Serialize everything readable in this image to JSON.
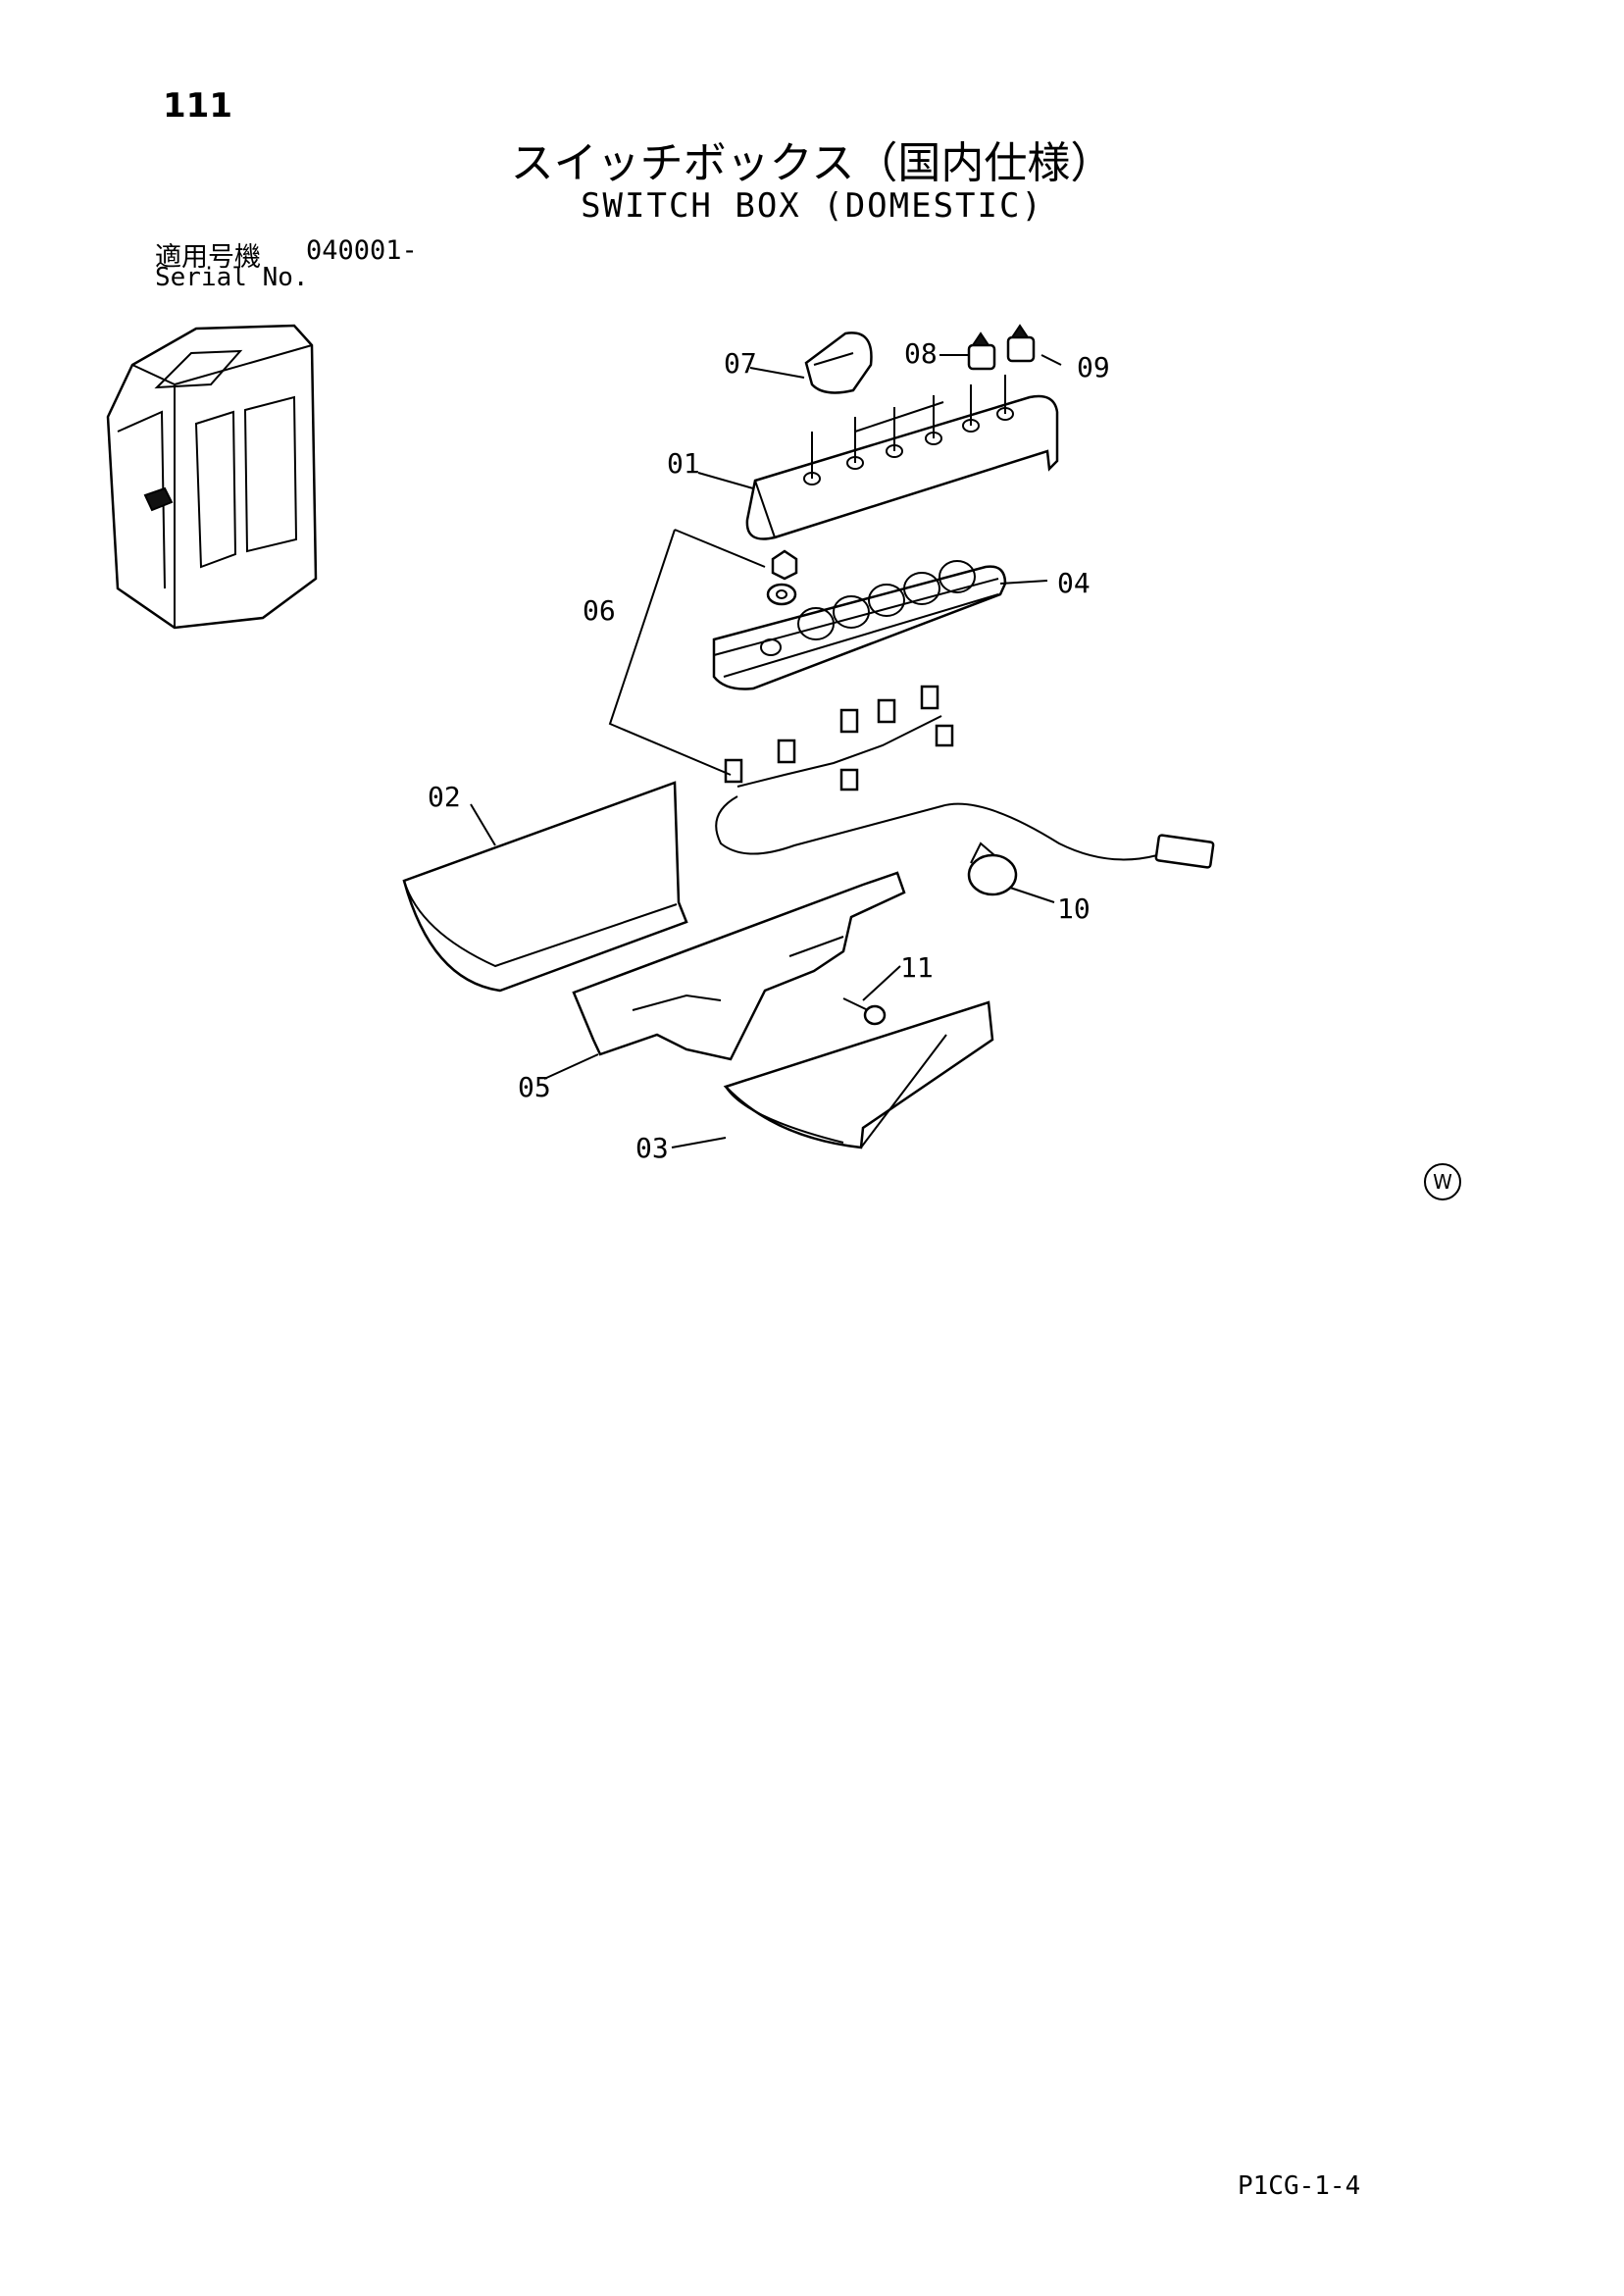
{
  "page_number": "111",
  "title_jp": "スイッチボックス（国内仕様）",
  "title_en": "SWITCH BOX (DOMESTIC)",
  "serial": {
    "label_jp": "適用号機",
    "label_en": "Serial No.",
    "value": "040001-"
  },
  "diagram_code": "P1CG-1-4",
  "watermark": "W",
  "callouts": [
    "01",
    "02",
    "03",
    "04",
    "05",
    "06",
    "07",
    "08",
    "09",
    "10",
    "11"
  ]
}
